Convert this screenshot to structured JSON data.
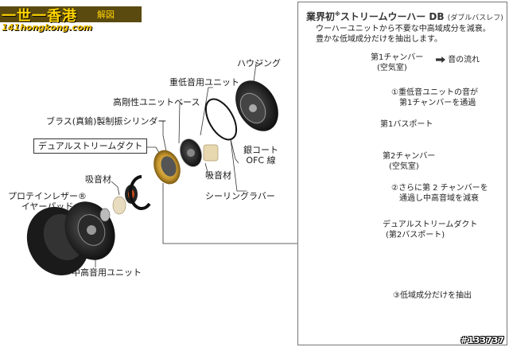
{
  "watermark": {
    "site_name": "一世一香港",
    "site_suffix": "解図",
    "site_url": "141hongkong.com",
    "image_id": "#133737"
  },
  "parts": {
    "housing": "ハウジング",
    "bass_unit": "重低音用ユニット",
    "rigid_base": "高剛性ユニットベース",
    "brass_cylinder": "ブラス(真鍮)製制振シリンダー",
    "dual_stream_duct": "デュアルストリームダクト",
    "absorber_top": "吸音材",
    "absorber_mid": "吸音材",
    "protein_leather_line1": "プロテインレザー®",
    "protein_leather_line2": "イヤーパッド",
    "mid_high_unit": "中高音用ユニット",
    "silver_coat_line1": "銀コート",
    "silver_coat_line2": "OFC 線",
    "sealing_rubber": "シーリングラバー"
  },
  "panel": {
    "title_main": "業界初",
    "title_sup": "※",
    "title_rest": "ストリームウーハー DB",
    "title_paren": "(ダブルバスレフ)",
    "desc_line1": "ウーハーユニットから不要な中高域成分を減衰。",
    "desc_line2": "豊かな低域成分だけを抽出します。",
    "legend": "音の流れ",
    "chamber1_line1": "第1チャンバー",
    "chamber1_line2": "(空気室)",
    "step1_line1": "①重低音ユニットの音が",
    "step1_line2": "第1チャンバーを通過",
    "port1": "第1バスポート",
    "chamber2_line1": "第2チャンバー",
    "chamber2_line2": "(空気室)",
    "step2_line1": "②さらに第 2 チャンバーを",
    "step2_line2": "通過し中高音域を減衰",
    "duct_line1": "デュアルストリームダクト",
    "duct_line2": "(第2バスポート)",
    "step3": "③低域成分だけを抽出"
  },
  "colors": {
    "brand_yellow": "#ffd400",
    "gold": "#c9982e",
    "arrow_yellow": "#f2c400",
    "flow_red": "#d2231a",
    "green_glow": "#5cc36a"
  }
}
